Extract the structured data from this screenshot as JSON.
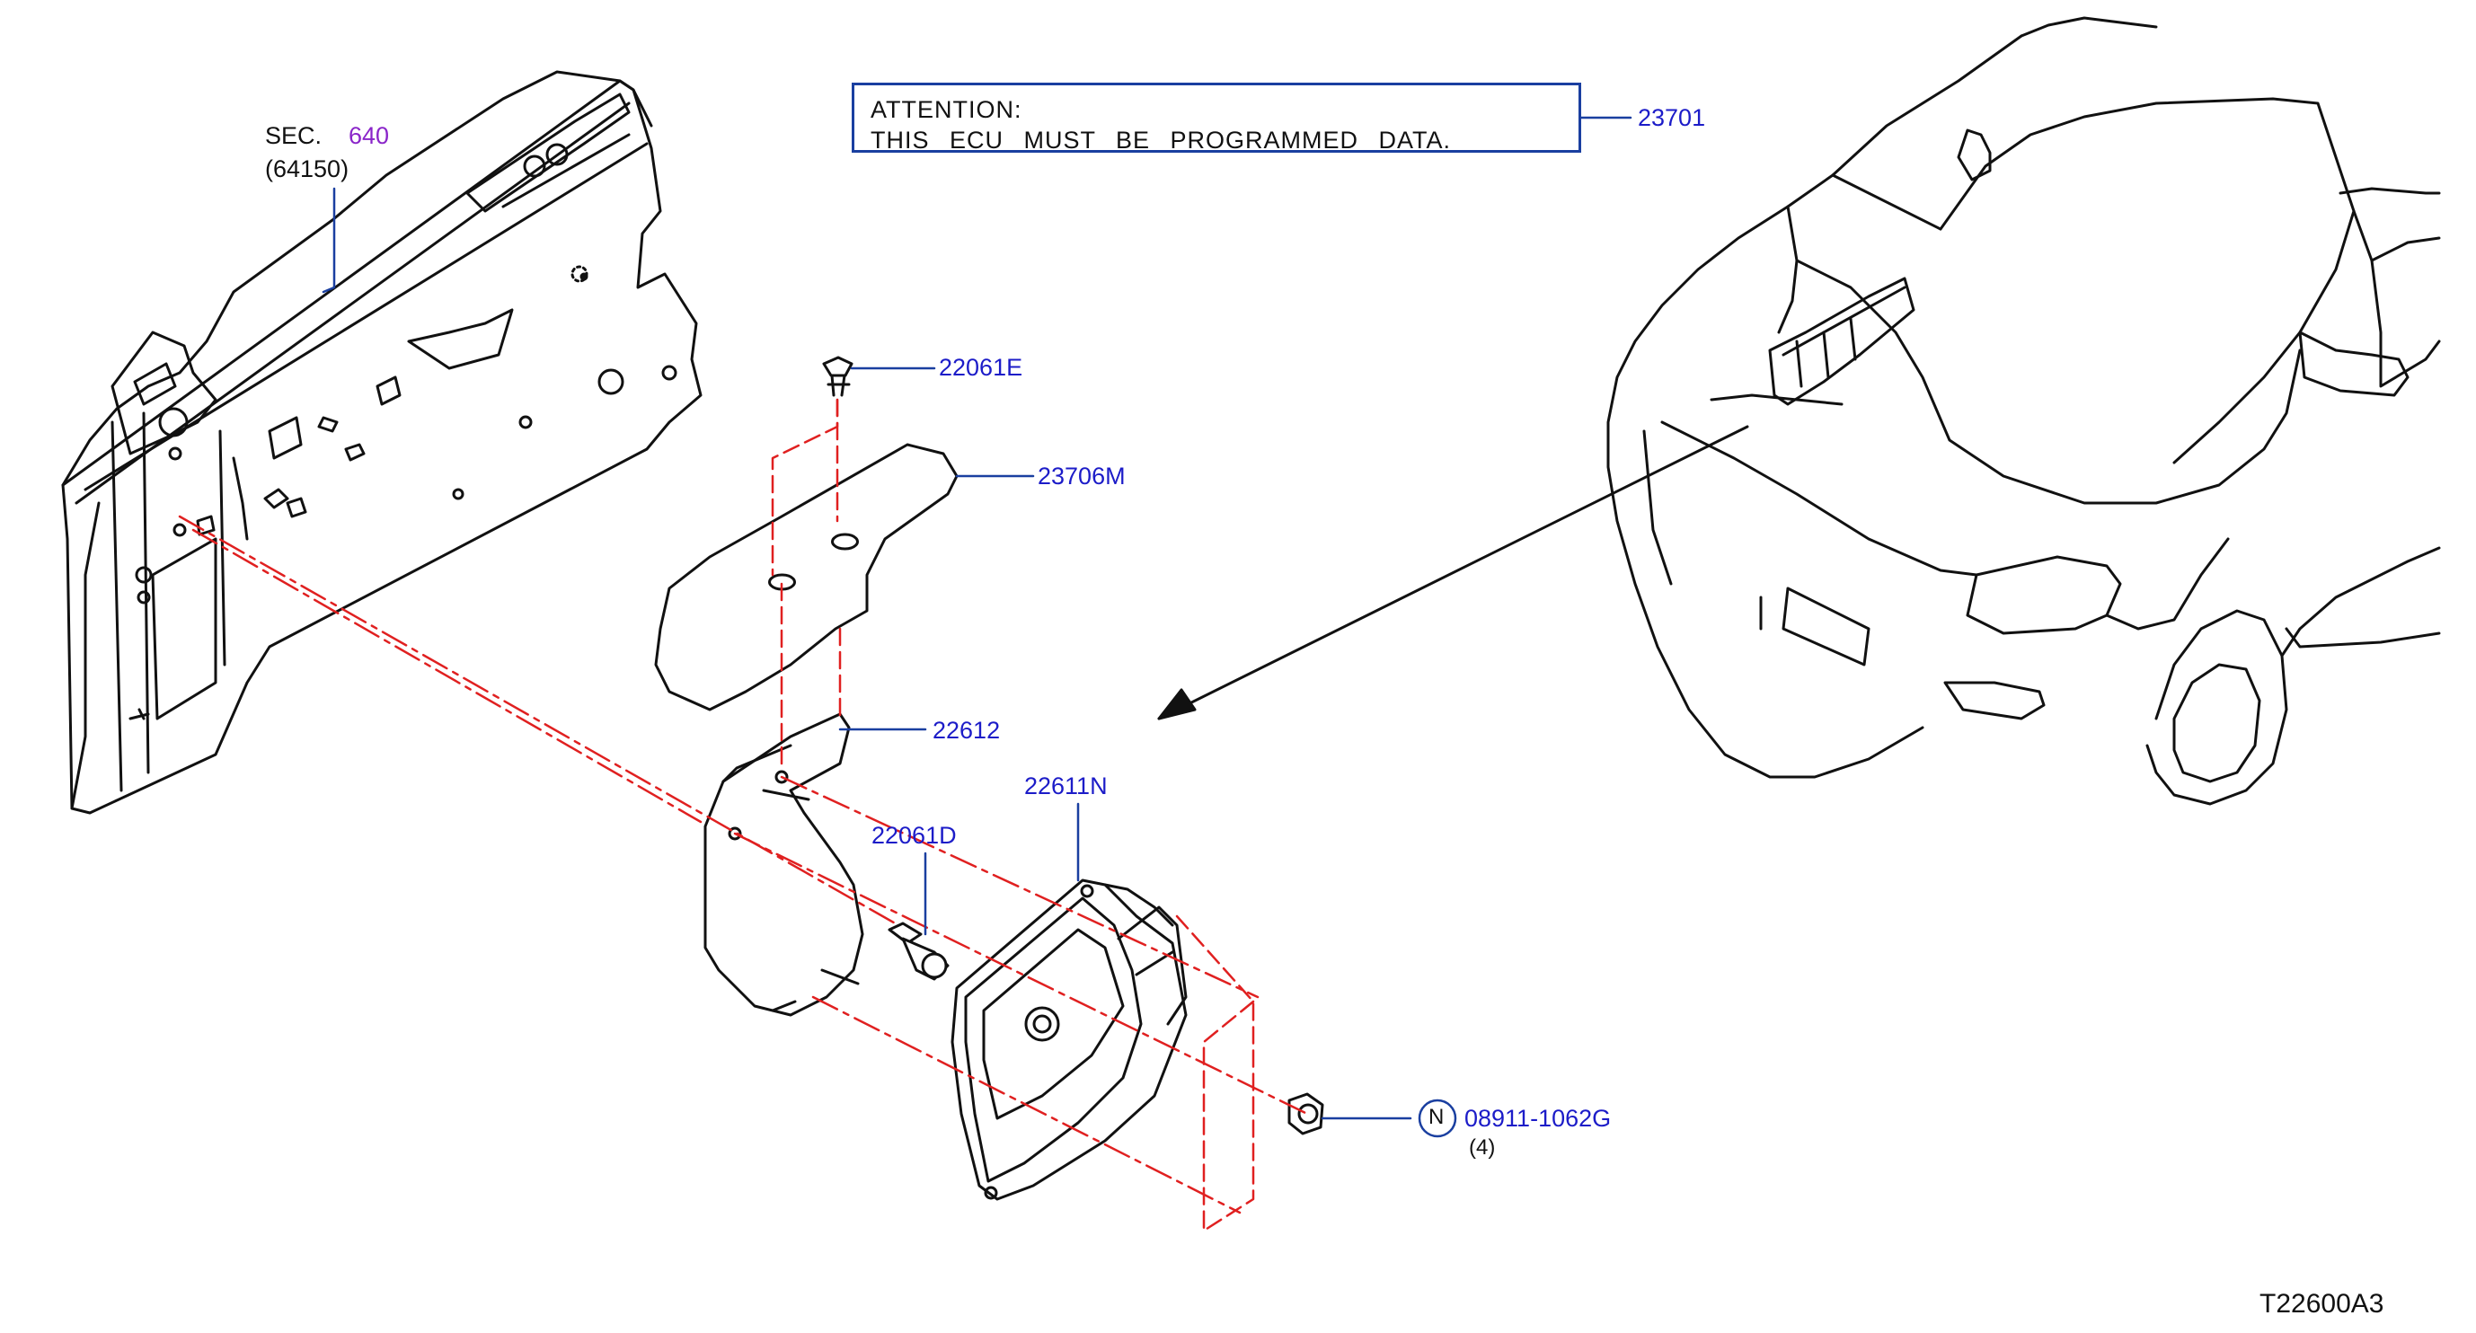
{
  "colors": {
    "outline": "#111111",
    "part_number": "#1c1cc8",
    "section_ref": "#8a25c9",
    "leader_line": "#1a3fa0",
    "phantom_line": "#e02020"
  },
  "section_ref": {
    "prefix": "SEC.",
    "number": "640",
    "sub_part": "(64150)"
  },
  "attention_note": {
    "line1": "ATTENTION:",
    "line2": "THIS ECU MUST BE PROGRAMMED DATA."
  },
  "callouts": [
    {
      "id": "ecu-note",
      "part_no": "23701"
    },
    {
      "id": "clip-top",
      "part_no": "22061E"
    },
    {
      "id": "cover",
      "part_no": "23706M"
    },
    {
      "id": "bracket",
      "part_no": "22612"
    },
    {
      "id": "ecu",
      "part_no": "22611N"
    },
    {
      "id": "bolt",
      "part_no": "22061D"
    },
    {
      "id": "nut",
      "part_no": "08911-1062G",
      "prefix_symbol": "N",
      "quantity": "(4)"
    }
  ],
  "icons": [
    "fender-apron-panel",
    "heat-shield-cover",
    "ecu-bracket",
    "engine-control-unit",
    "bolt",
    "clip",
    "flange-nut",
    "vehicle-front-view",
    "location-arrow"
  ],
  "drawing_id": "T22600A3"
}
